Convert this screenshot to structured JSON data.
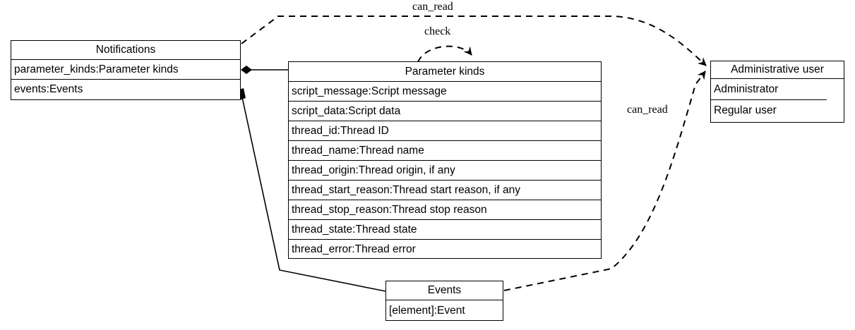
{
  "diagram": {
    "type": "uml-class-diagram",
    "background_color": "#ffffff",
    "line_color": "#000000",
    "text_color": "#000000"
  },
  "classes": {
    "notifications": {
      "title": "Notifications",
      "attributes": [
        "parameter_kinds:Parameter kinds",
        "events:Events"
      ]
    },
    "parameter_kinds": {
      "title": "Parameter kinds",
      "attributes": [
        "script_message:Script message",
        "script_data:Script data",
        "thread_id:Thread ID",
        "thread_name:Thread name",
        "thread_origin:Thread origin, if any",
        "thread_start_reason:Thread start reason, if any",
        "thread_stop_reason:Thread stop reason",
        "thread_state:Thread state",
        "thread_error:Thread error"
      ]
    },
    "administrative_user": {
      "title": "Administrative user",
      "attributes": [
        "Administrator",
        "Regular user"
      ]
    },
    "events": {
      "title": "Events",
      "attributes": [
        "[element]:Event"
      ]
    }
  },
  "edges": [
    {
      "name": "notifications-to-parameter-kinds",
      "label": "",
      "style": "solid",
      "source_decoration": "filled-diamond",
      "target_decoration": "none"
    },
    {
      "name": "notifications-to-events",
      "label": "",
      "style": "solid",
      "source_decoration": "filled-diamond",
      "target_decoration": "none"
    },
    {
      "name": "notifications-to-administrative-user",
      "label": "can_read",
      "style": "dashed",
      "source_decoration": "none",
      "target_decoration": "open-arrow"
    },
    {
      "name": "parameter-kinds-self-loop",
      "label": "check",
      "style": "dashed",
      "source_decoration": "none",
      "target_decoration": "open-arrow"
    },
    {
      "name": "events-to-administrative-user",
      "label": "can_read",
      "style": "dashed",
      "source_decoration": "none",
      "target_decoration": "open-arrow"
    }
  ],
  "labels": {
    "can_read_top": "can_read",
    "check": "check",
    "can_read_right": "can_read"
  }
}
